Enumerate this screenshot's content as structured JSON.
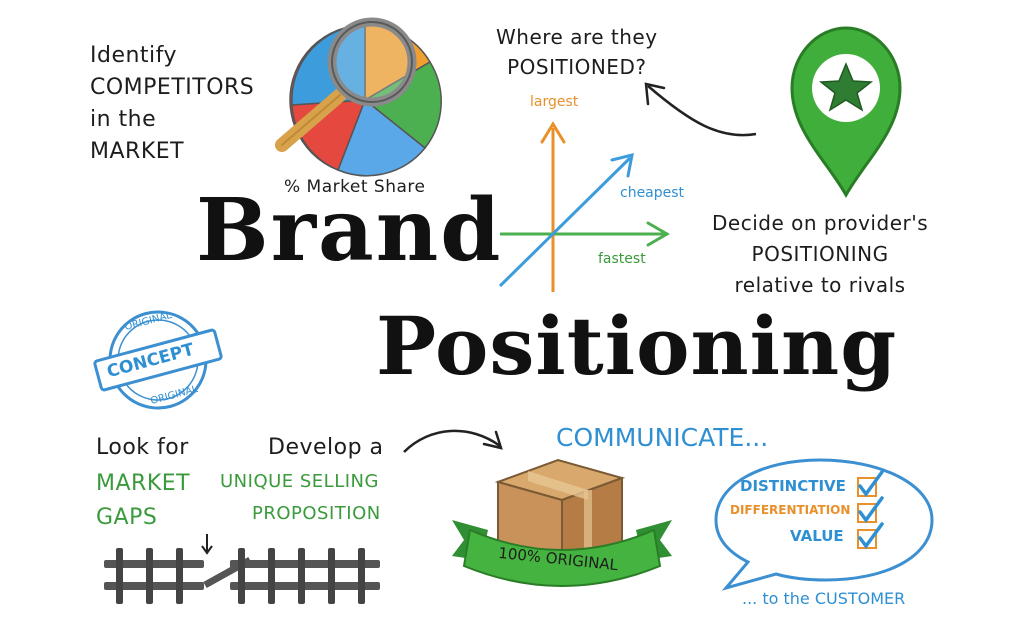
{
  "competitors": {
    "lines": [
      "Identify",
      "COMPETITORS",
      "in the",
      "MARKET"
    ]
  },
  "market_share_label": "% Market Share",
  "where_positioned": {
    "lines": [
      "Where are they",
      "POSITIONED?"
    ]
  },
  "axes": {
    "vertical_label": "largest",
    "diagonal_label": "cheapest",
    "horizontal_label": "fastest"
  },
  "decide": {
    "lines": [
      "Decide on provider's",
      "POSITIONING",
      "relative to rivals"
    ]
  },
  "title": {
    "line1": "Brand",
    "line2": "Positioning"
  },
  "stamp": {
    "top": "ORIGINAL",
    "center": "CONCEPT",
    "bottom": "ORIGINAL"
  },
  "market_gaps": {
    "line1": "Look for",
    "line2": "MARKET",
    "line3": "GAPS"
  },
  "usp": {
    "line1": "Develop a",
    "line2": "UNIQUE SELLING",
    "line3": "PROPOSITION"
  },
  "box_banner": "100% ORIGINAL",
  "communicate": {
    "heading": "COMMUNICATE...",
    "items": [
      "DISTINCTIVE",
      "DIFFERENTIATION",
      "VALUE"
    ],
    "footer": "... to the CUSTOMER"
  },
  "colors": {
    "green": "#3a9a3c",
    "blue": "#2f8fd3",
    "orange": "#e9902a",
    "dark": "#1d1d1d"
  },
  "icons": [
    "magnifier-icon",
    "pie-chart-icon",
    "location-pin-icon",
    "star-icon",
    "arrow-icon",
    "cardboard-box-icon",
    "speech-bubble-icon",
    "checkbox-icon",
    "fence-icon",
    "stamp-icon"
  ]
}
